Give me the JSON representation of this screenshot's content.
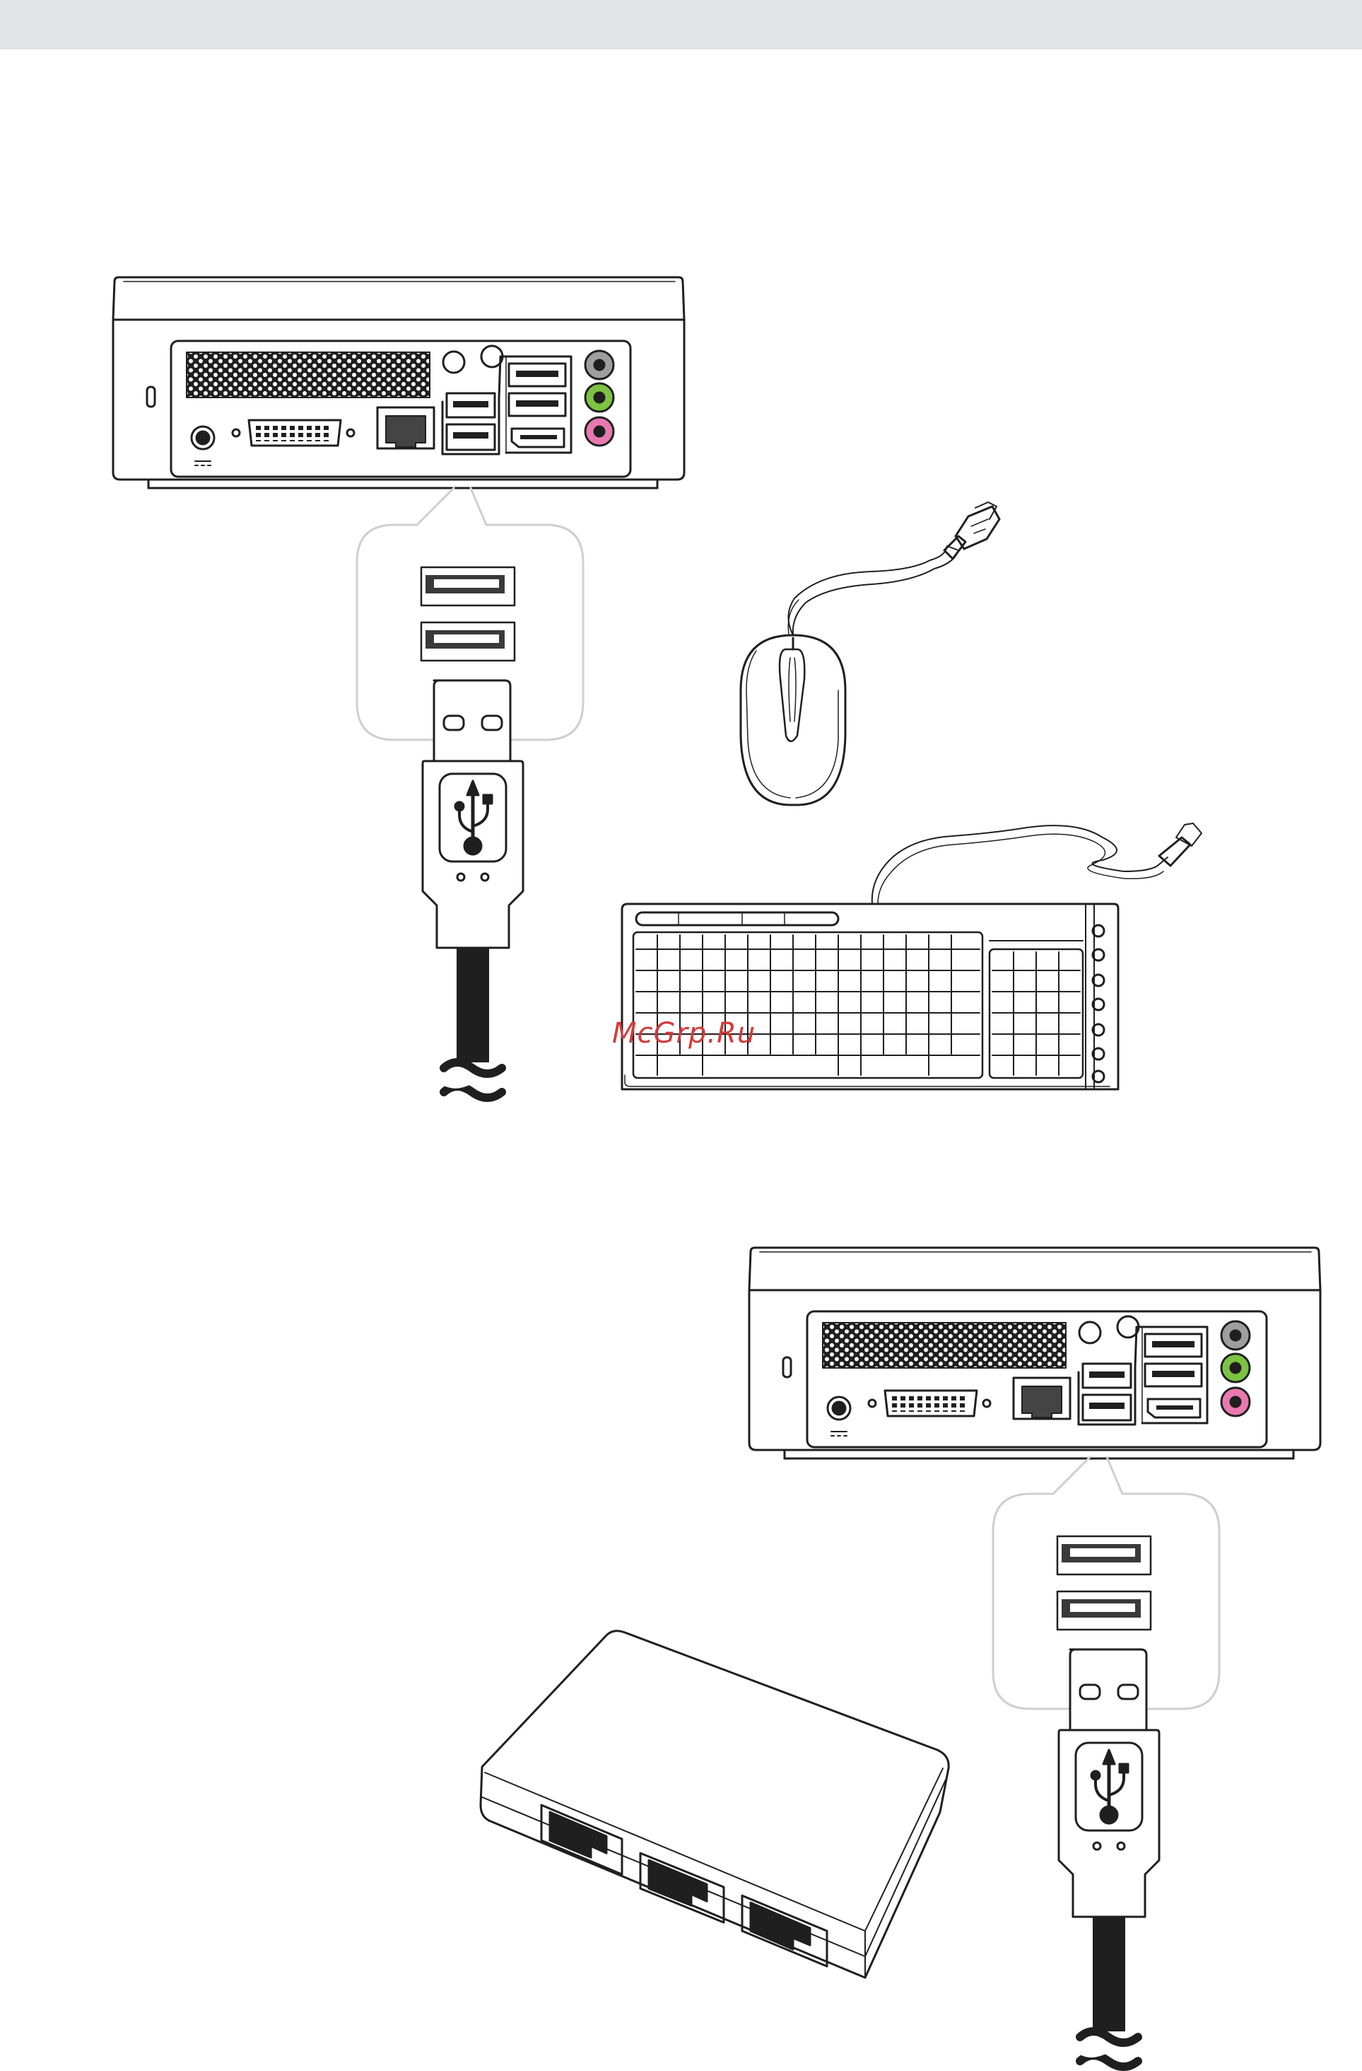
{
  "watermark": {
    "text": "McGrp.Ru"
  },
  "colors": {
    "header_bar": "#e2e3e4",
    "line": "#1f1f1f",
    "callout_border": "#cfcfcf",
    "audio_gray": "#9e9e9e",
    "audio_green": "#7dc242",
    "audio_pink": "#e879b0",
    "watermark": "#d23a3a"
  },
  "figure_1": {
    "devices": [
      "mini-pc-rear-panel",
      "usb-port-callout",
      "usb-plug",
      "usb-mouse",
      "usb-keyboard"
    ],
    "icons": [
      "usb-trident-icon",
      "dc-power-symbol-icon",
      "cable-break-icon"
    ]
  },
  "figure_2": {
    "devices": [
      "mini-pc-rear-panel",
      "usb-port-callout",
      "usb-plug",
      "usb-hub"
    ],
    "icons": [
      "usb-trident-icon",
      "dc-power-symbol-icon",
      "cable-break-icon"
    ]
  }
}
